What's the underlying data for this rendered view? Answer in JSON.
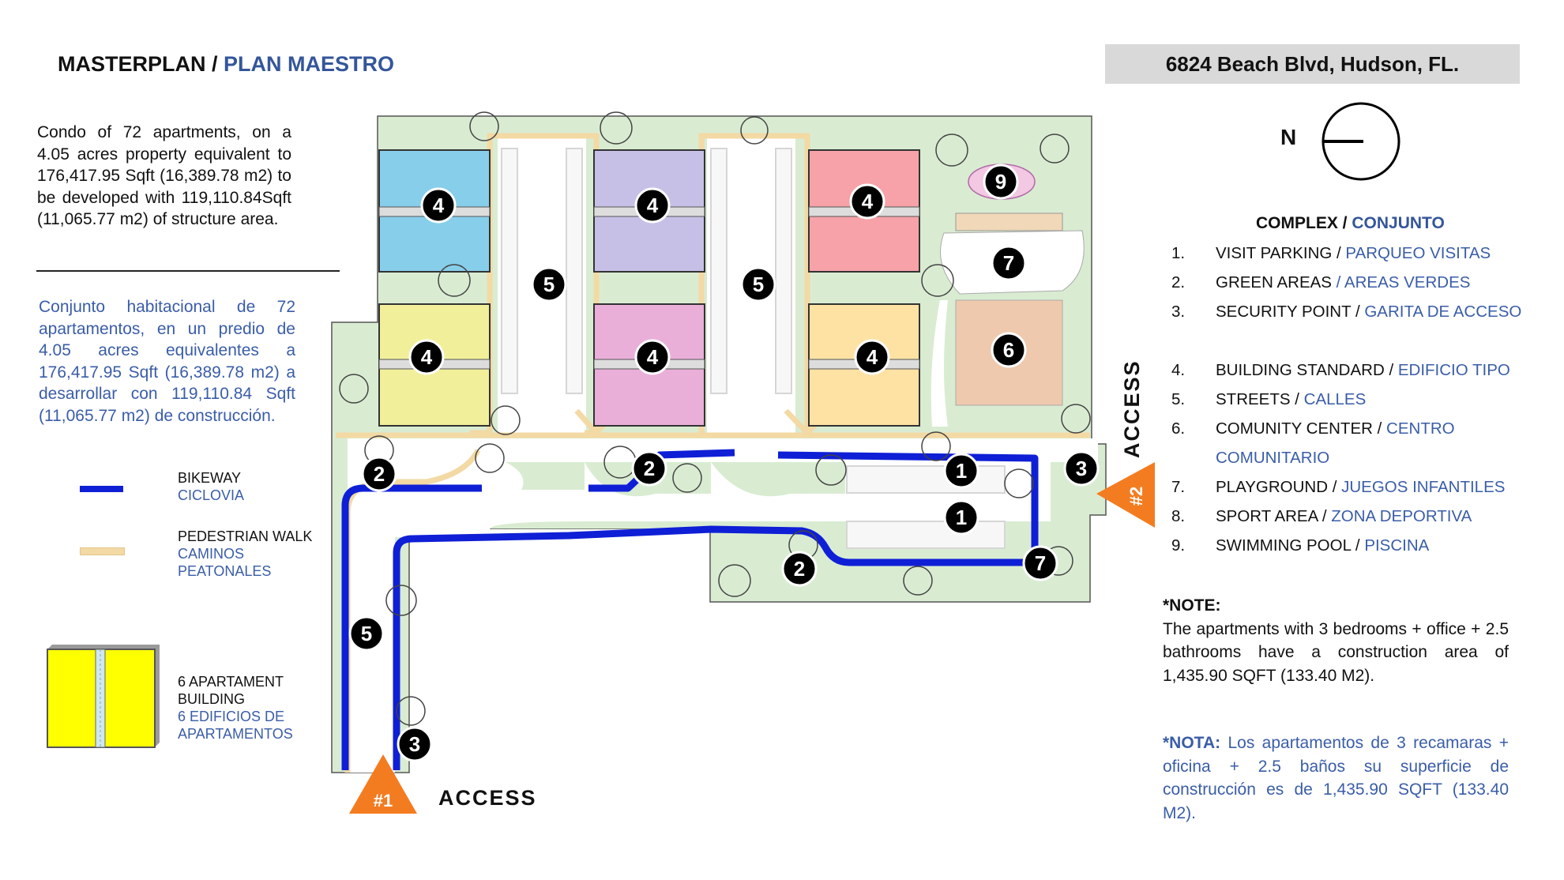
{
  "title": {
    "main": "MASTERPLAN / ",
    "accent": "PLAN MAESTRO"
  },
  "address": "6824 Beach Blvd, Hudson, FL.",
  "intro_en": "Condo of 72 apartments, on a 4.05 acres property equivalent to 176,417.95 Sqft (16,389.78 m2) to be developed with 119,110.84Sqft (11,065.77 m2) of structure area.",
  "intro_es": "Conjunto habitacional de 72 apartamentos, en un predio de 4.05 acres equivalentes a 176,417.95 Sqft (16,389.78 m2) a desarrollar con 119,110.84 Sqft (11,065.77 m2) de construcción.",
  "legend": {
    "bikeway": {
      "en": "BIKEWAY",
      "es": "CICLOVIA",
      "color": "#0f1fd6"
    },
    "pedestrian": {
      "en": "PEDESTRIAN WALK",
      "es1": "CAMINOS",
      "es2": "PEATONALES",
      "color": "#f3d9a4"
    },
    "building": {
      "en1": "6 APARTAMENT",
      "en2": "BUILDING",
      "es1": "6 EDIFICIOS DE",
      "es2": "APARTAMENTOS",
      "color": "#ffff00"
    }
  },
  "compass": {
    "label": "N",
    "icon": "north-arrow-icon"
  },
  "complex": {
    "title": "COMPLEX / ",
    "title_es": "CONJUNTO",
    "items": [
      {
        "num": "1.",
        "en": "VISIT PARKING / ",
        "es": "PARQUEO VISITAS"
      },
      {
        "num": "2.",
        "en": "GREEN AREAS ",
        "es": "/ AREAS VERDES"
      },
      {
        "num": "3.",
        "en": "SECURITY POINT / ",
        "es": "GARITA DE ACCESO"
      },
      {
        "num": "4.",
        "en": "BUILDING STANDARD / ",
        "es": "EDIFICIO TIPO"
      },
      {
        "num": "5.",
        "en": "STREETS / ",
        "es": "CALLES"
      },
      {
        "num": "6.",
        "en": "COMUNITY CENTER / ",
        "es": "CENTRO COMUNITARIO"
      },
      {
        "num": "7.",
        "en": "PLAYGROUND / ",
        "es": "JUEGOS INFANTILES"
      },
      {
        "num": "8.",
        "en": "SPORT AREA / ",
        "es": "ZONA DEPORTIVA"
      },
      {
        "num": "9.",
        "en": "SWIMMING POOL / ",
        "es": "PISCINA"
      }
    ]
  },
  "note": {
    "title": "*NOTE:",
    "text": "The apartments with 3 bedrooms + office + 2.5 bathrooms have a construction area of 1,435.90 SQFT (133.40 M2)."
  },
  "nota": {
    "title": "*NOTA:",
    "text": "Los apartamentos  de 3 recamaras + oficina + 2.5 baños su superficie de construcción es de 1,435.90 SQFT (133.40 M2)."
  },
  "access": {
    "main": "ACCESS",
    "side": "ACCESS",
    "marker1": "#1",
    "marker2": "#2",
    "color": "#f47c20"
  },
  "plan": {
    "green": "#d9ecd2",
    "buildings": [
      {
        "label": "4",
        "color": "#87ceeb"
      },
      {
        "label": "4",
        "color": "#c7c0e6"
      },
      {
        "label": "4",
        "color": "#f6a2a8"
      },
      {
        "label": "4",
        "color": "#f1ef9a"
      },
      {
        "label": "4",
        "color": "#e9afd9"
      },
      {
        "label": "4",
        "color": "#fde2a4"
      }
    ],
    "markers": [
      "5",
      "5",
      "9",
      "7",
      "6",
      "2",
      "2",
      "1",
      "1",
      "3",
      "7",
      "2",
      "5",
      "3"
    ]
  }
}
